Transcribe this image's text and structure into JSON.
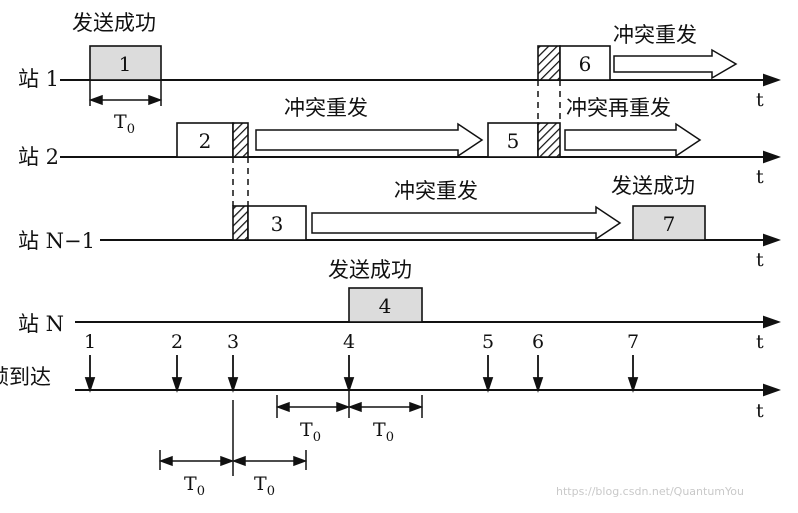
{
  "stations": [
    {
      "label": "站 1"
    },
    {
      "label": "站 2"
    },
    {
      "label": "站 N−1"
    },
    {
      "label": "站 N"
    },
    {
      "label": "帧到达"
    }
  ],
  "axis_label": "t",
  "frames": [
    "1",
    "2",
    "3",
    "4",
    "5",
    "6",
    "7"
  ],
  "arrivals": [
    "1",
    "2",
    "3",
    "4",
    "5",
    "6",
    "7"
  ],
  "notes": {
    "success": "发送成功",
    "collision_resend": "冲突重发",
    "collision_resend_again": "冲突再重发"
  },
  "t0": {
    "base": "T",
    "sub": "0"
  },
  "watermark": "https://blog.csdn.net/QuantumYou",
  "colors": {
    "success_fill": "#dcdcdc",
    "frame_fill": "#ffffff",
    "line": "#111111"
  }
}
